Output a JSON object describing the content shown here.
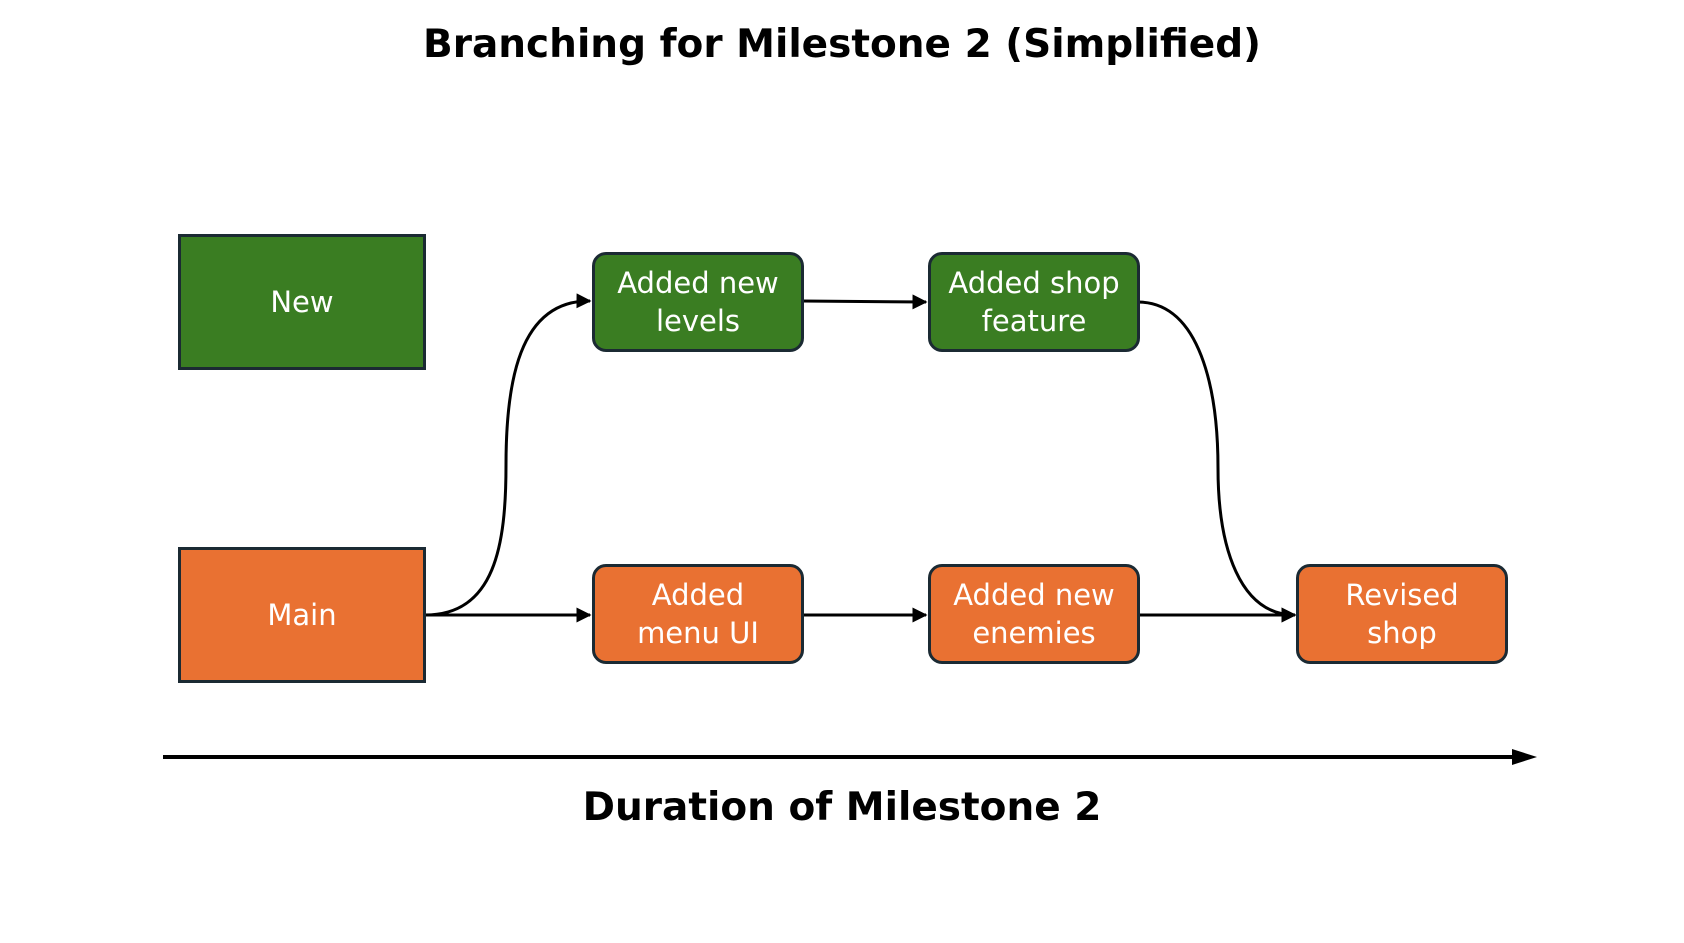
{
  "title": "Branching for Milestone 2 (Simplified)",
  "axis_label": "Duration of Milestone 2",
  "colors": {
    "new_branch": "#3a7d22",
    "main_branch": "#e97132",
    "outline": "#1b2a33",
    "edge": "#000000"
  },
  "branches": {
    "new": {
      "label": "New"
    },
    "main": {
      "label": "Main"
    }
  },
  "commits": {
    "new_levels": {
      "label": "Added new\nlevels"
    },
    "shop_feature": {
      "label": "Added shop\nfeature"
    },
    "menu_ui": {
      "label": "Added\nmenu UI"
    },
    "new_enemies": {
      "label": "Added new\nenemies"
    },
    "revised_shop": {
      "label": "Revised\nshop"
    }
  },
  "edges": [
    {
      "from": "main",
      "to": "new_levels"
    },
    {
      "from": "new_levels",
      "to": "shop_feature"
    },
    {
      "from": "shop_feature",
      "to": "revised_shop"
    },
    {
      "from": "main",
      "to": "menu_ui"
    },
    {
      "from": "menu_ui",
      "to": "new_enemies"
    },
    {
      "from": "new_enemies",
      "to": "revised_shop"
    }
  ]
}
